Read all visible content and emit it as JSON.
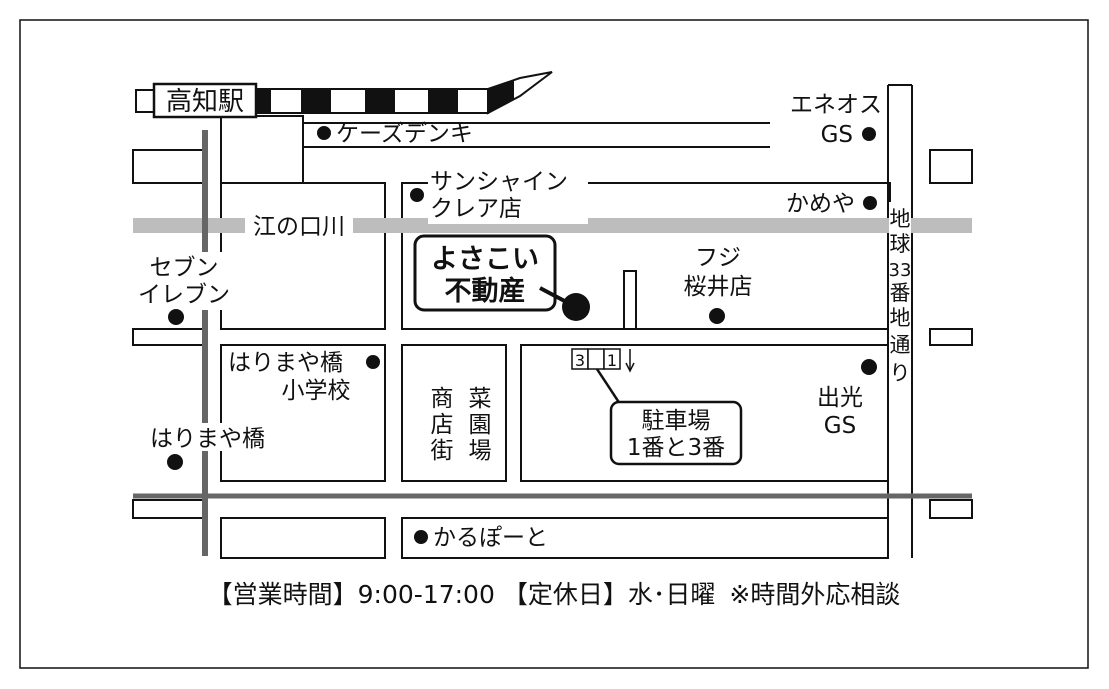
{
  "colors": {
    "ink": "#111111",
    "road_line": "#666666",
    "river": "#bdbdbd",
    "paper": "#ffffff"
  },
  "station": {
    "name": "高知駅"
  },
  "roads": {
    "main_avenue": [
      "地",
      "球",
      "33",
      "番",
      "地",
      "通",
      "り"
    ]
  },
  "river": {
    "name": "江の口川"
  },
  "highlight": {
    "line1": "よさこい",
    "line2": "不動産"
  },
  "landmarks": {
    "ks_denki": "ケーズデンキ",
    "eneos_l1": "エネオス",
    "eneos_l2": "GS",
    "sunshine_l1": "サンシャイン",
    "sunshine_l2": "クレア店",
    "kameya": "かめや",
    "seven_l1": "セブン",
    "seven_l2": "イレブン",
    "fuji_l1": "フジ",
    "fuji_l2": "桜井店",
    "harimaya_school_l1": "はりまや橋",
    "harimaya_school_l2": "小学校",
    "harimaya": "はりまや橋",
    "shotengai": [
      "商",
      "店",
      "街"
    ],
    "saien": [
      "菜",
      "園",
      "場"
    ],
    "idemitsu_l1": "出光",
    "idemitsu_l2": "GS",
    "karupo": "かるぽーと"
  },
  "parking": {
    "slot_a": "3",
    "slot_b": "1",
    "label_l1": "駐車場",
    "label_l2": "1番と3番"
  },
  "footer": {
    "hours_bracket": "【営業時間】",
    "hours": "9:00-17:00",
    "holiday_bracket": "【定休日】",
    "holiday": "水･日曜",
    "note": "※時間外応相談"
  }
}
